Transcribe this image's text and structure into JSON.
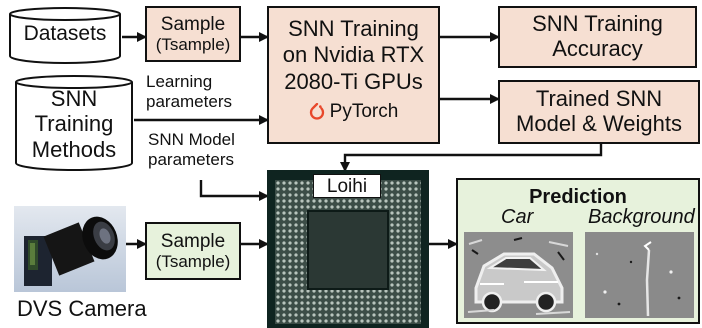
{
  "inputs": {
    "datasets": "Datasets",
    "training_methods": [
      "SNN",
      "Training",
      "Methods"
    ],
    "dvs_camera": "DVS Camera"
  },
  "sample_top": [
    "Sample",
    "(Tsample)"
  ],
  "sample_bottom": [
    "Sample",
    "(Tsample)"
  ],
  "training": [
    "SNN Training",
    "on Nvidia RTX",
    "2080-Ti GPUs"
  ],
  "pytorch": "PyTorch",
  "accuracy": [
    "SNN Training",
    "Accuracy"
  ],
  "trained": [
    "Trained SNN",
    "Model & Weights"
  ],
  "edge_labels": {
    "learning": [
      "Learning",
      "parameters"
    ],
    "model": [
      "SNN Model",
      "parameters"
    ]
  },
  "loihi": "Loihi",
  "prediction": {
    "title": "Prediction",
    "car": "Car",
    "background": "Background"
  },
  "colors": {
    "peach": "#f6dfd2",
    "green": "#e7f2dc",
    "chip": "#0f2420",
    "pytorch_orange": "#e8472a"
  }
}
